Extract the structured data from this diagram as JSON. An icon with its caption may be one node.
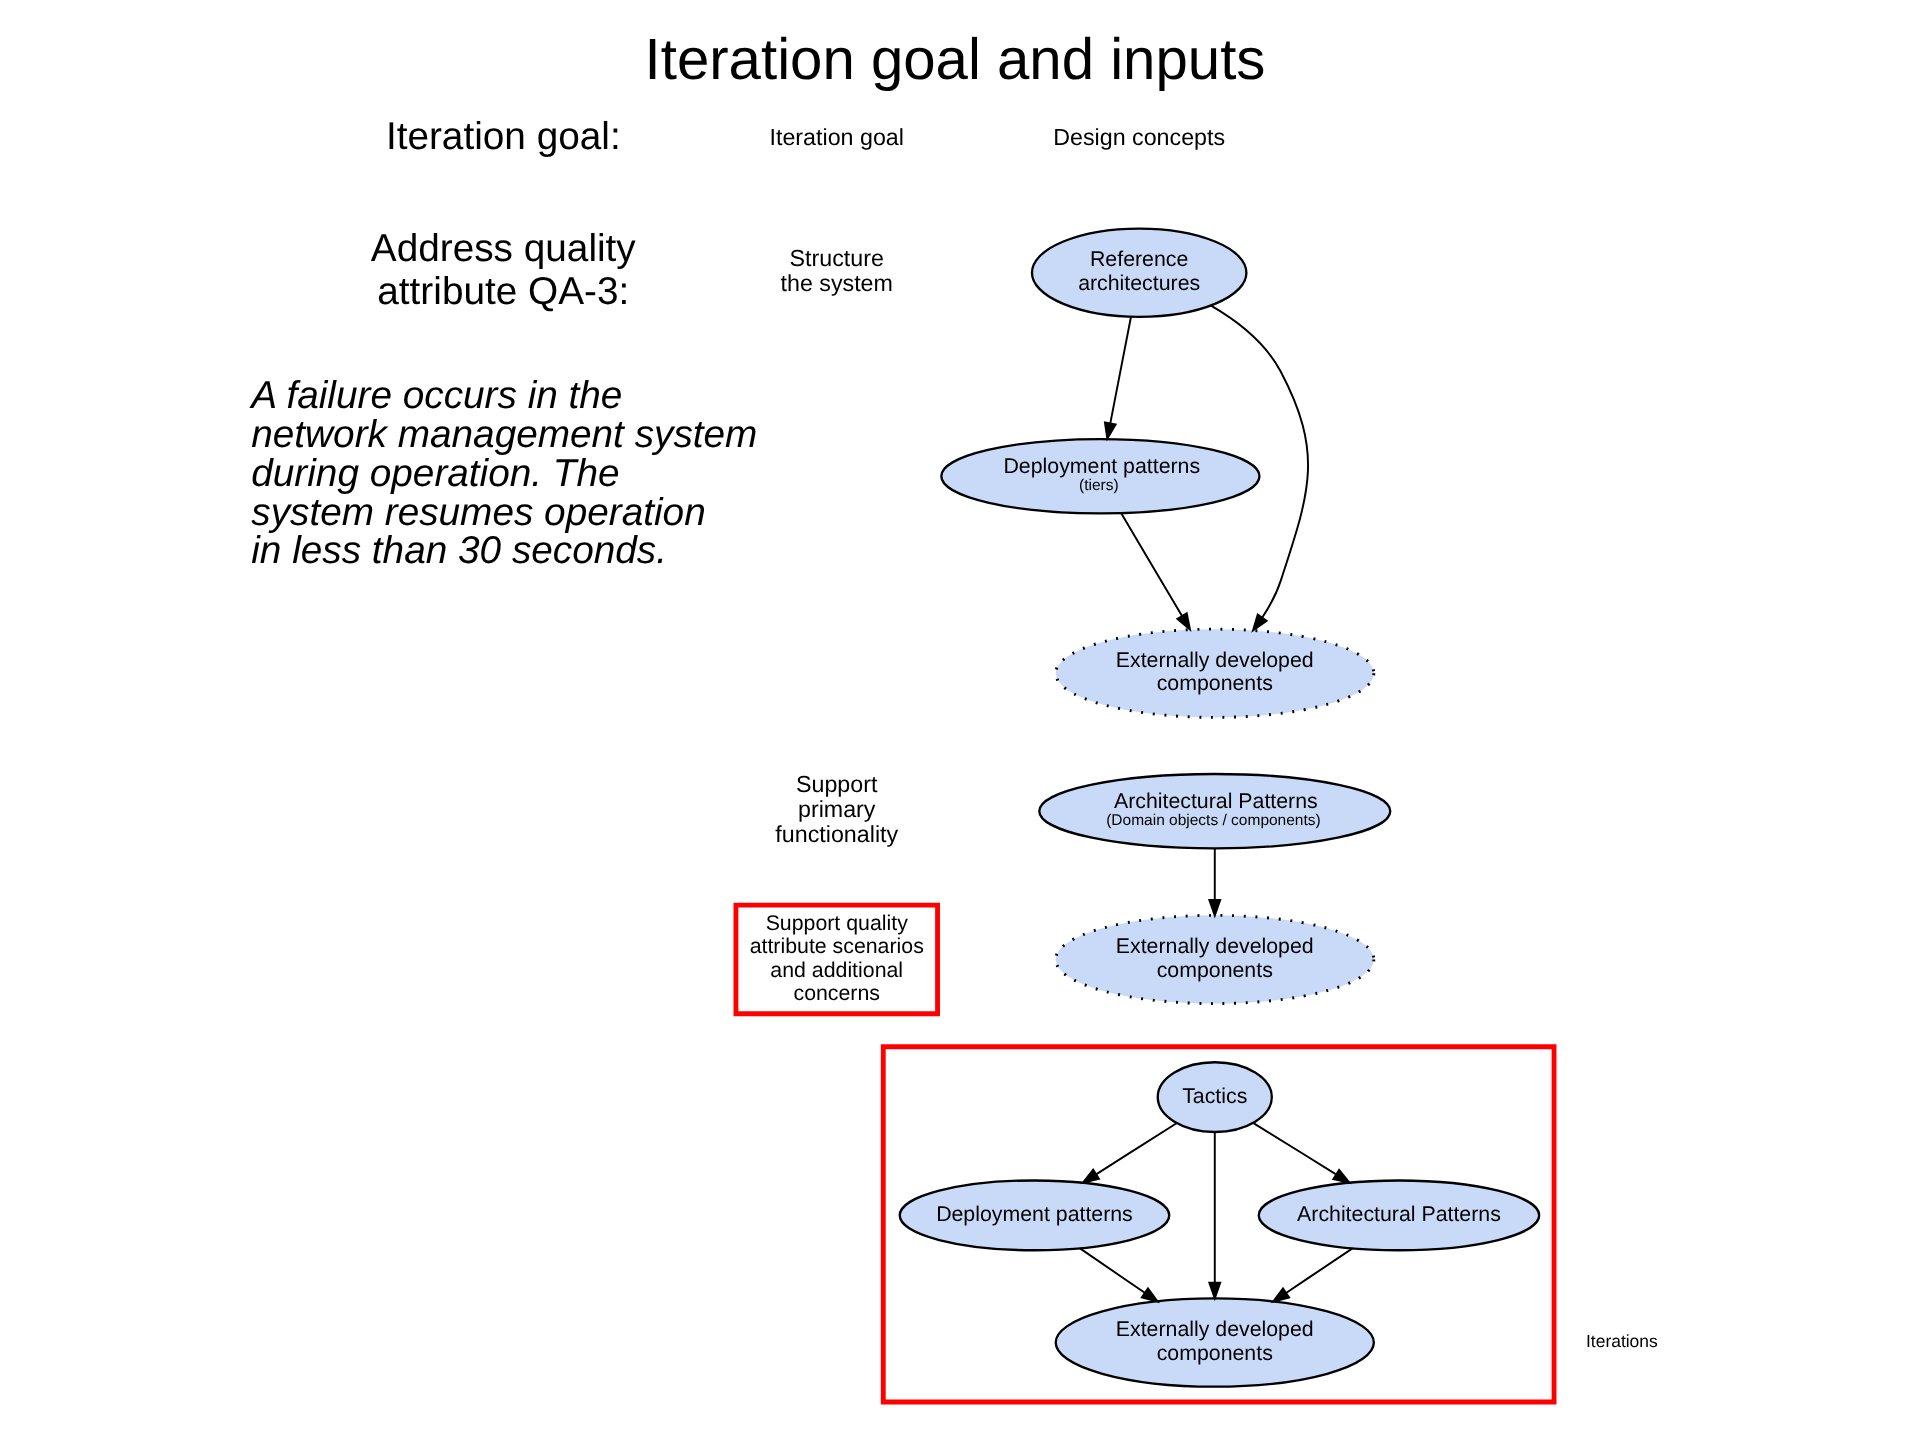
{
  "diagram": {
    "title": "Iteration goal and inputs",
    "nodes": [
      {
        "text": [
          "Reference architectures"
        ]
      },
      {
        "text": [
          "Deployment patterns",
          "(tiers)"
        ]
      },
      {
        "text": [
          "Externally developed components"
        ]
      },
      {
        "text": [
          "Architectural Patterns",
          "(Domain objects / components)"
        ]
      },
      {
        "text": [
          "Externally developed components"
        ]
      },
      {
        "text": [
          "Support quality attribute scenarios and additional concerns"
        ]
      },
      {
        "text": [],
        "shape": "box"
      },
      {
        "text": [
          "Tactics"
        ],
        "in": 6
      },
      {
        "text": [
          "Architectural Patterns"
        ],
        "in": 6
      },
      {
        "text": [
          "Deployment patterns"
        ],
        "in": 6
      },
      {
        "text": [
          "Externally developed components"
        ],
        "in": 6
      }
    ],
    "edges": [
      {
        "from": 0,
        "to": 1,
        "arrow": "to"
      },
      {
        "from": 0,
        "to": 2,
        "arrow": "to"
      },
      {
        "from": 1,
        "to": 2,
        "arrow": "to"
      },
      {
        "from": 3,
        "to": 4,
        "arrow": "to"
      },
      {
        "from": 7,
        "to": 8,
        "arrow": "to"
      },
      {
        "from": 7,
        "to": 9,
        "arrow": "to"
      },
      {
        "from": 7,
        "to": 10,
        "arrow": "to"
      },
      {
        "from": 8,
        "to": 10,
        "arrow": "to"
      },
      {
        "from": 9,
        "to": 10,
        "arrow": "to"
      }
    ],
    "labels": [
      "Iteration goal:",
      "Address quality attribute QA-3:",
      "A failure occurs in the network management system during operation. The system resumes operation in less than 30 seconds.",
      "Iteration goal",
      "Design concepts",
      "Structure the system",
      "Support primary functionality",
      "Iterations"
    ]
  }
}
